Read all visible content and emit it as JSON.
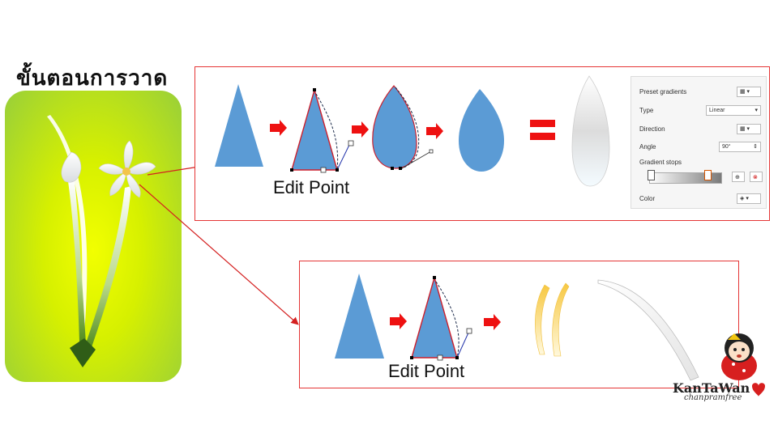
{
  "title": "ขั้นตอนการวาด",
  "step_label_1": "Edit Point",
  "step_label_2": "Edit Point",
  "format_pane": {
    "preset_gradients": "Preset gradients",
    "type_label": "Type",
    "type_value": "Linear",
    "direction_label": "Direction",
    "angle_label": "Angle",
    "angle_value": "90°",
    "gradient_stops_label": "Gradient stops",
    "color_label": "Color"
  },
  "logo": {
    "main": "KanTaWan",
    "sub": "chanpramfree"
  },
  "colors": {
    "shape_fill": "#5b9bd5",
    "arrow": "#ee1111",
    "frame": "#e53535",
    "outline_red": "#cc1f2c"
  },
  "icons": [
    "red-arrow-icon",
    "equals-icon",
    "gradient-picker-icon",
    "color-picker-icon"
  ]
}
